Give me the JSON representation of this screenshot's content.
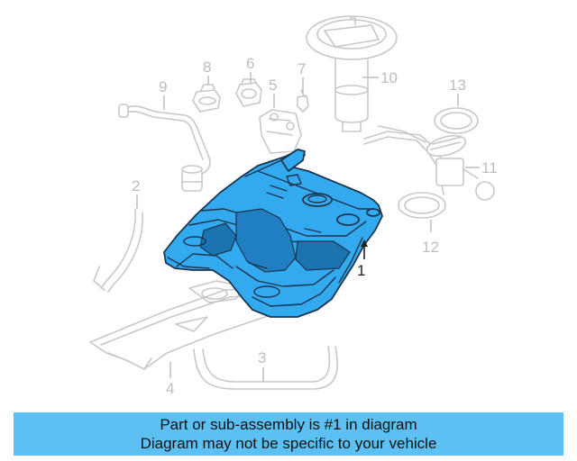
{
  "diagram": {
    "highlight_color": "#33aaf0",
    "callouts": [
      {
        "id": "1",
        "label": "1",
        "highlighted": true
      },
      {
        "id": "2",
        "label": "2"
      },
      {
        "id": "3",
        "label": "3"
      },
      {
        "id": "4",
        "label": "4"
      },
      {
        "id": "5",
        "label": "5"
      },
      {
        "id": "6",
        "label": "6"
      },
      {
        "id": "7",
        "label": "7"
      },
      {
        "id": "8",
        "label": "8"
      },
      {
        "id": "9",
        "label": "9"
      },
      {
        "id": "10",
        "label": "10"
      },
      {
        "id": "11",
        "label": "11"
      },
      {
        "id": "12",
        "label": "12"
      },
      {
        "id": "13",
        "label": "13"
      }
    ]
  },
  "banner": {
    "line1": "Part or sub-assembly is #1 in diagram",
    "line2": "Diagram may not be specific to your vehicle",
    "background": "#5cc1f2"
  }
}
